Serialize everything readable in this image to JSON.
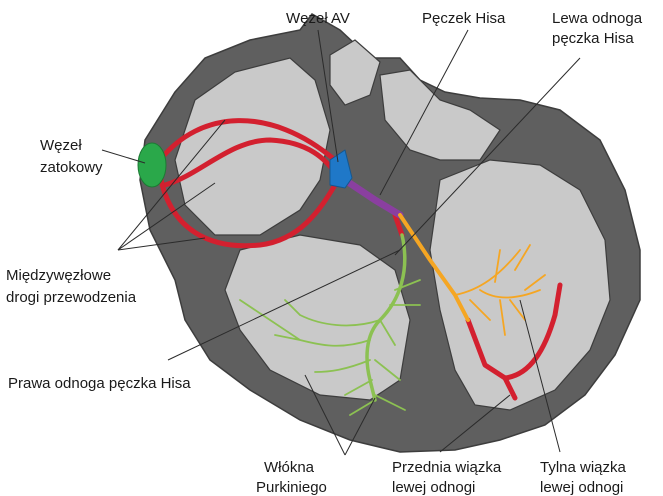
{
  "labels": {
    "av_node": "Węzeł AV",
    "his_bundle": "Pęczek Hisa",
    "left_branch_line1": "Lewa odnoga",
    "left_branch_line2": "pęczka Hisa",
    "sa_node_line1": "Węzeł",
    "sa_node_line2": "zatokowy",
    "internodal_line1": "Międzywęzłowe",
    "internodal_line2": "drogi przewodzenia",
    "right_branch": "Prawa odnoga pęczka Hisa",
    "purkinje_line1": "Włókna",
    "purkinje_line2": "Purkiniego",
    "anterior_fascicle_line1": "Przednia wiązka",
    "anterior_fascicle_line2": "lewej odnogi",
    "posterior_fascicle_line1": "Tylna wiązka",
    "posterior_fascicle_line2": "lewej odnogi"
  },
  "colors": {
    "heart_wall": "#5f5f5f",
    "chamber": "#c9c9c9",
    "pathway_red": "#d3202f",
    "sa_node_green": "#2aa84a",
    "av_node_blue": "#1f78c8",
    "his_purple": "#8a3fa0",
    "left_branch_orange": "#f5a623",
    "purkinje_green": "#8cc152"
  }
}
